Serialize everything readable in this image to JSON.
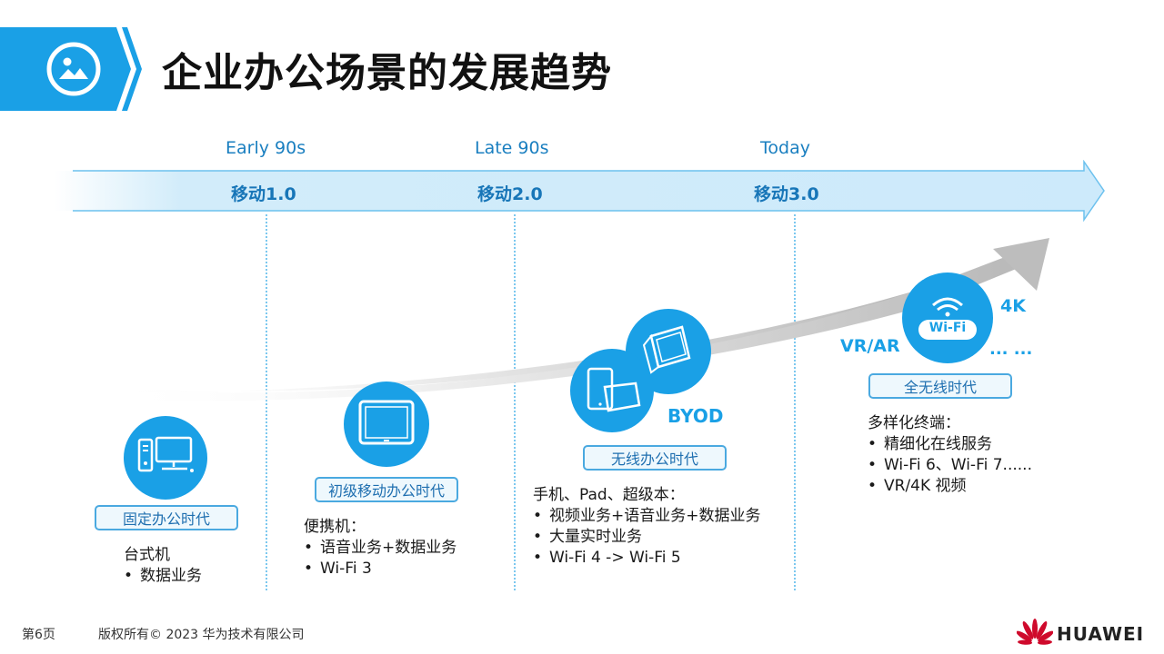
{
  "slide": {
    "title": "企业办公场景的发展趋势"
  },
  "timeline": {
    "eras": [
      {
        "period": "Early 90s",
        "mobile": "移动1.0"
      },
      {
        "period": "Late 90s",
        "mobile": "移动2.0"
      },
      {
        "period": "Today",
        "mobile": "移动3.0"
      }
    ]
  },
  "stages": [
    {
      "badge": "固定办公时代",
      "device_heading": "台式机",
      "bullets": [
        "数据业务"
      ],
      "icon": "desktop-computer-icon"
    },
    {
      "badge": "初级移动办公时代",
      "device_heading": "便携机：",
      "bullets": [
        "语音业务+数据业务",
        "Wi-Fi 3"
      ],
      "icon": "laptop-icon"
    },
    {
      "badge": "无线办公时代",
      "device_heading": "手机、Pad、超级本：",
      "bullets": [
        "视频业务+语音业务+数据业务",
        "大量实时业务",
        "Wi-Fi 4 -> Wi-Fi 5"
      ],
      "icon": "tablet-devices-icon",
      "tag": "BYOD"
    },
    {
      "badge": "全无线时代",
      "device_heading": "多样化终端：",
      "bullets": [
        "精细化在线服务",
        "Wi-Fi 6、Wi-Fi 7......",
        "VR/4K 视频"
      ],
      "icon": "wifi-icon",
      "wifi_label": "Wi-Fi",
      "tags": [
        "VR/AR",
        "4K",
        "... ..."
      ]
    }
  ],
  "footer": {
    "page": "第6页",
    "copyright": "版权所有© 2023 华为技术有限公司",
    "brand": "HUAWEI"
  },
  "colors": {
    "accent": "#1aa0e6",
    "band": "#d6eefb",
    "badge_border": "#4aa9e0"
  }
}
